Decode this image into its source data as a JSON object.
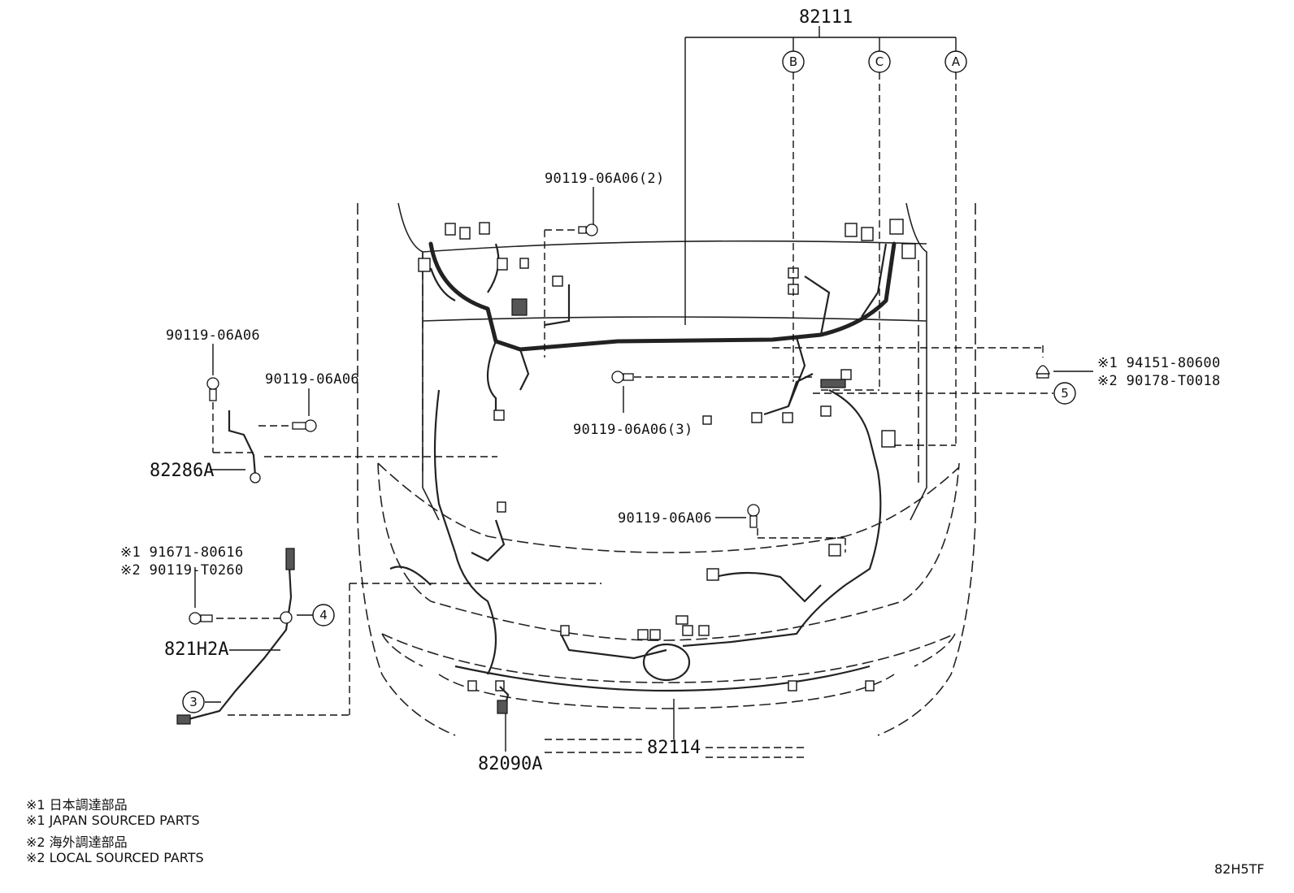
{
  "callouts": {
    "main_harness": "82111",
    "front_harness": "82114",
    "bracket": "82286A",
    "sensor_wire": "821H2A",
    "clip_part": "82090A",
    "bolt_top": "90119-06A06(2)",
    "bolt_left_upper": "90119-06A06",
    "bolt_left_mid": "90119-06A06",
    "bolt_center": "90119-06A06(3)",
    "bolt_lower_center": "90119-06A06",
    "right_part_1": "※1 94151-80600",
    "right_part_2": "※2 90178-T0018",
    "left_part_1": "※1 91671-80616",
    "left_part_2": "※2 90119-T0260"
  },
  "letter_markers": [
    "B",
    "C",
    "A"
  ],
  "number_markers": [
    "5",
    "4",
    "3"
  ],
  "notes": [
    "※1 日本調達部品",
    "※1 JAPAN SOURCED PARTS",
    "※2 海外調達部品",
    "※2 LOCAL SOURCED PARTS"
  ],
  "diagram_code": "82H5TF"
}
